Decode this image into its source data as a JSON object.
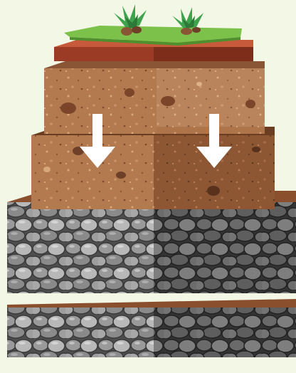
{
  "illustration": {
    "background_color": "#f2f7e6",
    "layers": [
      {
        "name": "grass",
        "color": "#7cc24a"
      },
      {
        "name": "topsoil",
        "color": "#a3432a"
      },
      {
        "name": "light-soil",
        "color": "#b47a4f"
      },
      {
        "name": "dark-soil",
        "color": "#8e5734"
      },
      {
        "name": "gravel",
        "color": "#6d6d6d"
      },
      {
        "name": "gravel-lower",
        "color": "#6d6d6d"
      }
    ],
    "arrows": {
      "count": 2,
      "direction": "down",
      "color": "#ffffff"
    },
    "plants": {
      "count": 2,
      "color": "#3fa34d"
    }
  }
}
